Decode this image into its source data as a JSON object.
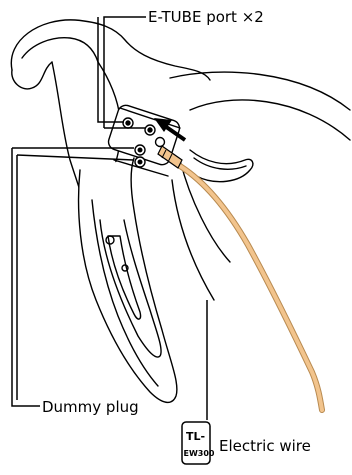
{
  "labels": {
    "eTubePort": "E-TUBE port ×2",
    "dummyPlug": "Dummy plug",
    "electricWire": "Electric wire"
  },
  "tool": {
    "line1": "TL-",
    "line2": "EW300"
  },
  "colors": {
    "wire": "#f2c48d",
    "wireOutline": "#b88a50",
    "line": "#000000"
  }
}
